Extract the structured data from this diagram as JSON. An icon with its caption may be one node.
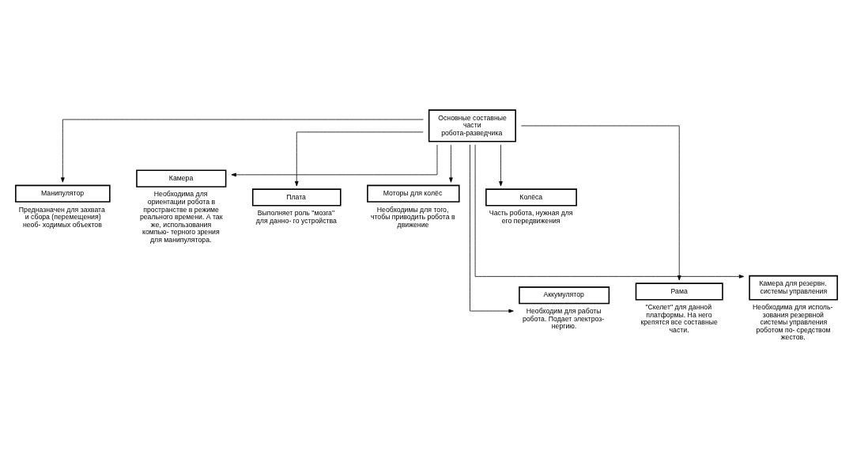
{
  "diagram": {
    "nodes": [
      {
        "text": [
          "Основные составные части робота-разведчика"
        ]
      },
      {
        "text": [
          "Манипулятор"
        ],
        "beside": [
          "Предназначен для захвата и сбора (перемещения) необ- ходимых объектов"
        ]
      },
      {
        "text": [
          "Камера"
        ],
        "beside": [
          "Необходима для ориентации робота в пространстве в режиме реального времени. А так же, использования компью- терного зрения для манипулятора."
        ]
      },
      {
        "text": [
          "Плата"
        ],
        "beside": [
          "Выполняет роль \"мозга\" для данно- го устройства"
        ]
      },
      {
        "text": [
          "Моторы для колёс"
        ],
        "beside": [
          "Необходимы для того, чтобы приводить робота в движение"
        ]
      },
      {
        "text": [
          "Колёса"
        ],
        "beside": [
          "Часть робота, нужная для его передвижения"
        ]
      },
      {
        "text": [
          "Аккумулятор"
        ],
        "beside": [
          "Необходим для работы робота. Подает электроз- нергию."
        ]
      },
      {
        "text": [
          "Рама"
        ],
        "beside": [
          "\"Скелет\" для данной платформы. На него крепятся все составные части."
        ]
      },
      {
        "text": [
          "Камера для резервн. системы управления"
        ],
        "beside": [
          "Необходима для исполь- зования резервной системы управления роботом по- средством жестов."
        ]
      }
    ],
    "edges": [
      {
        "from": 0,
        "to": 1,
        "arrow": "to"
      },
      {
        "from": 0,
        "to": 2,
        "arrow": "to"
      },
      {
        "from": 0,
        "to": 3,
        "arrow": "to"
      },
      {
        "from": 0,
        "to": 4,
        "arrow": "to"
      },
      {
        "from": 0,
        "to": 5,
        "arrow": "to"
      },
      {
        "from": 0,
        "to": 6,
        "arrow": "to"
      },
      {
        "from": 0,
        "to": 7,
        "arrow": "to"
      },
      {
        "from": 0,
        "to": 8,
        "arrow": "to"
      }
    ]
  }
}
